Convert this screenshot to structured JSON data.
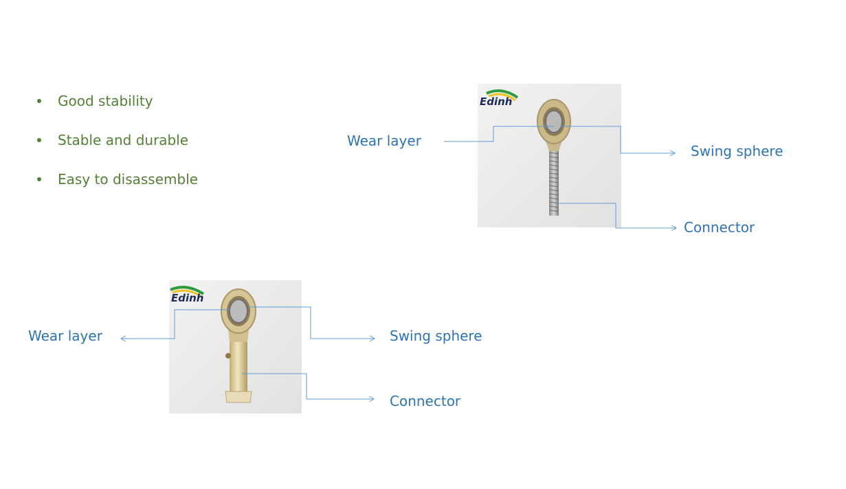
{
  "features": [
    "Good stability",
    "Stable and durable",
    "Easy to disassemble"
  ],
  "top_figure": {
    "brand": "Edinh",
    "labels": {
      "wear_layer": "Wear layer",
      "swing_sphere": "Swing sphere",
      "connector": "Connector"
    }
  },
  "bottom_figure": {
    "brand": "Edinh",
    "labels": {
      "wear_layer": "Wear layer",
      "swing_sphere": "Swing sphere",
      "connector": "Connector"
    }
  },
  "colors": {
    "bullet_text": "#538135",
    "callout_text": "#2e74b5",
    "leader_line": "#5b9bd5"
  }
}
